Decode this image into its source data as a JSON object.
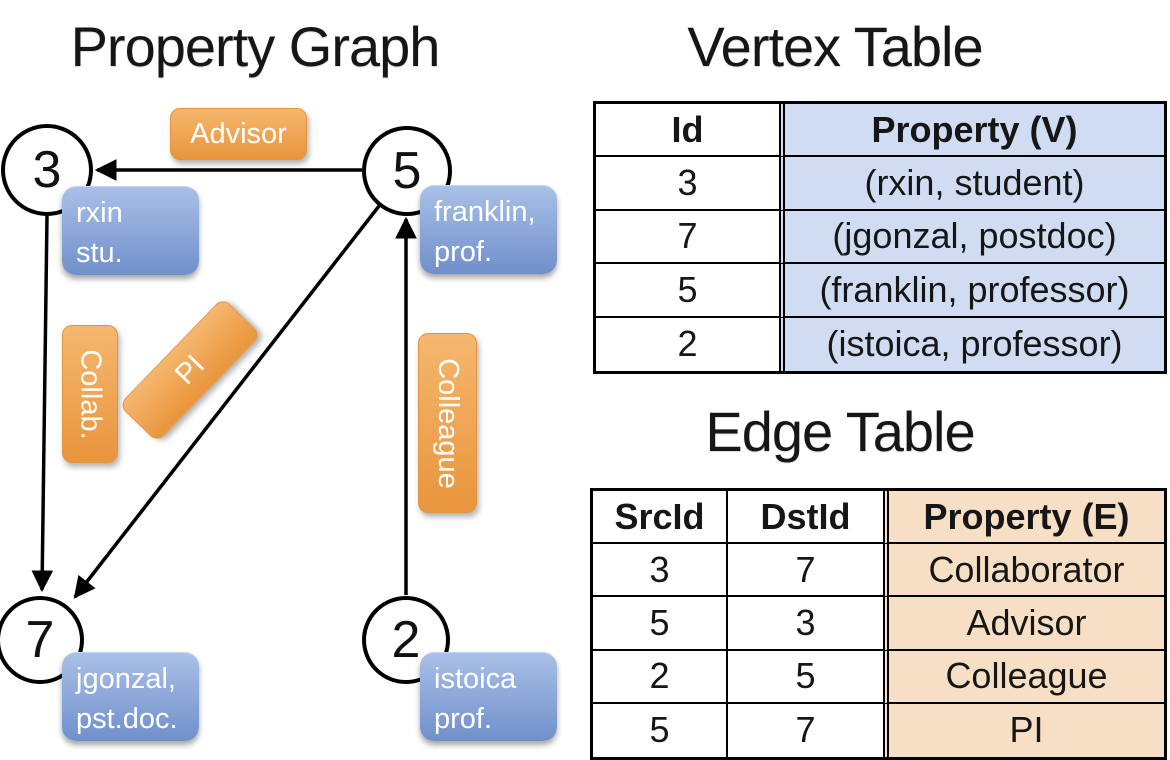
{
  "titles": {
    "graph": "Property Graph",
    "vertex": "Vertex Table",
    "edge": "Edge Table"
  },
  "graph": {
    "nodes": [
      {
        "id": "3",
        "line1": "rxin",
        "line2": "stu."
      },
      {
        "id": "5",
        "line1": "franklin,",
        "line2": "prof."
      },
      {
        "id": "7",
        "line1": "jgonzal,",
        "line2": "pst.doc."
      },
      {
        "id": "2",
        "line1": "istoica",
        "line2": "prof."
      }
    ],
    "edge_labels": [
      {
        "label": "Advisor"
      },
      {
        "label": "Collab."
      },
      {
        "label": "PI"
      },
      {
        "label": "Colleague"
      }
    ]
  },
  "vertex_table": {
    "header_id": "Id",
    "header_property": "Property (V)",
    "rows": [
      {
        "id": "3",
        "property": "(rxin, student)"
      },
      {
        "id": "7",
        "property": "(jgonzal, postdoc)"
      },
      {
        "id": "5",
        "property": "(franklin, professor)"
      },
      {
        "id": "2",
        "property": "(istoica, professor)"
      }
    ]
  },
  "edge_table": {
    "header_src": "SrcId",
    "header_dst": "DstId",
    "header_property": "Property (E)",
    "rows": [
      {
        "src": "3",
        "dst": "7",
        "property": "Collaborator"
      },
      {
        "src": "5",
        "dst": "3",
        "property": "Advisor"
      },
      {
        "src": "2",
        "dst": "5",
        "property": "Colleague"
      },
      {
        "src": "5",
        "dst": "7",
        "property": "PI"
      }
    ]
  },
  "colors": {
    "edge_label_fill_top": "#F5B76E",
    "edge_label_fill_bottom": "#E9953C",
    "vertex_box_fill_top": "#A9C0E7",
    "vertex_box_fill_bottom": "#7090CB",
    "vertex_table_fill": "#CFDCF1",
    "edge_table_fill": "#F6DFC5",
    "line_color": "#000000"
  }
}
